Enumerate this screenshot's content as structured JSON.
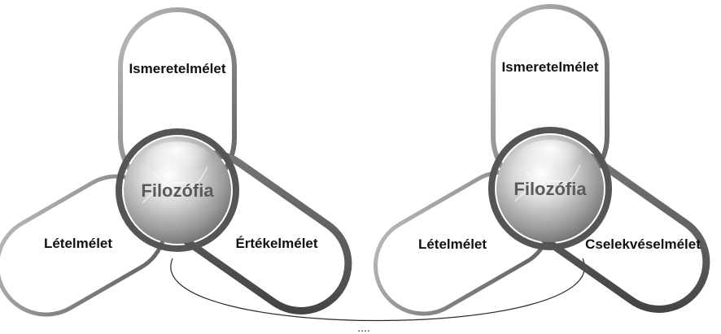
{
  "diagrams": [
    {
      "center": "Filozófia",
      "top": "Ismeretelmélet",
      "left": "Lételmélet",
      "right": "Értékelmélet"
    },
    {
      "center": "Filozófia",
      "top": "Ismeretelmélet",
      "left": "Lételmélet",
      "right": "Cselekvéselmélet"
    }
  ],
  "connector_label": "...."
}
